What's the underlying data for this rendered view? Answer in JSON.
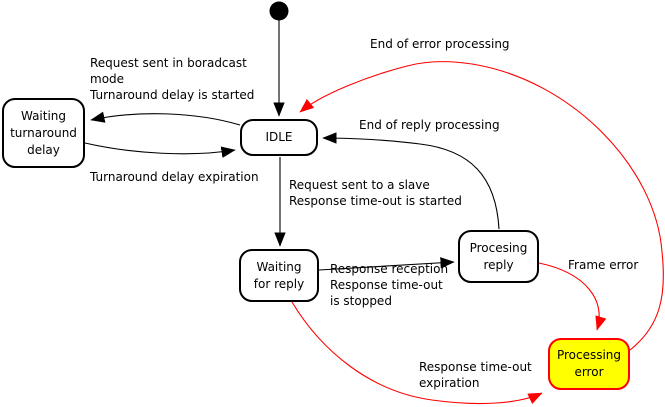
{
  "states": {
    "idle": {
      "label": "IDLE"
    },
    "waiting_turnaround": {
      "label": "Waiting\nturnaround\ndelay"
    },
    "waiting_reply": {
      "label": "Waiting\nfor reply"
    },
    "processing_reply": {
      "label": "Procesing\nreply"
    },
    "processing_error": {
      "label": "Processing\nerror"
    }
  },
  "transitions": {
    "broadcast": {
      "label": "Request sent in boradcast\nmode\nTurnaround delay is started"
    },
    "turnaround_expiration": {
      "label": "Turnaround delay expiration"
    },
    "request_slave": {
      "label": "Request sent to a slave\nResponse time-out is started"
    },
    "end_reply": {
      "label": "End of reply processing"
    },
    "end_error": {
      "label": "End of error processing"
    },
    "response_reception": {
      "label": "Response reception\nResponse time-out\nis stopped"
    },
    "frame_error": {
      "label": "Frame error"
    },
    "timeout_expiration": {
      "label": "Response time-out\nexpiration"
    }
  },
  "colors": {
    "normal": "#000000",
    "error": "#ff0000",
    "error_state_fill": "#ffff00",
    "text": "#000000"
  }
}
